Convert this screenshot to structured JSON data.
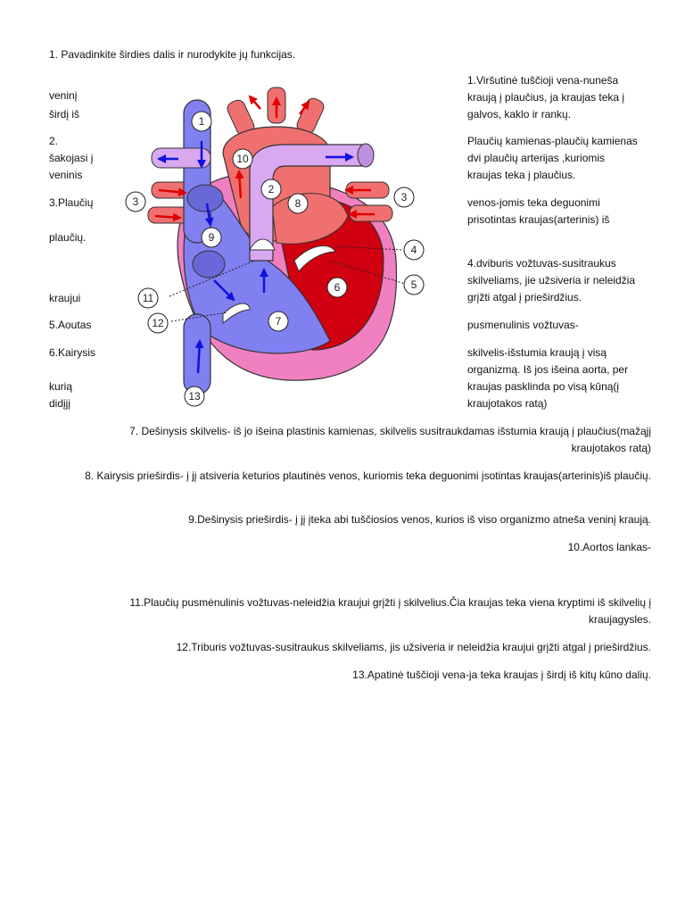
{
  "title": "1. Pavadinkite širdies dalis ir nurodykite jų funkcijas.",
  "left_fragments": [
    "veninį",
    "širdį iš",
    "2.",
    "šakojasi į",
    "veninis",
    "3.Plaučių",
    "plaučių.",
    "kraujui",
    "5.Aoutas",
    "6.Kairysis",
    "kurią",
    "didįjį"
  ],
  "right_lines": [
    "1.Viršutinė tuščioji vena-nuneša",
    "kraują į plaučius, ja kraujas teka į",
    "galvos, kaklo ir rankų.",
    "Plaučių kamienas-plaučių kamienas",
    "dvi plaučių arterijas ,kuriomis",
    "kraujas teka į plaučius.",
    "venos-jomis teka deguonimi",
    "prisotintas kraujas(arterinis) iš",
    "4.dviburis vožtuvas-susitraukus",
    "skilveliams, jie užsiveria ir neleidžia",
    "grįžti atgal į prieširdžius.",
    "pusmenulinis vožtuvas-",
    "skilvelis-išstumia kraują į visą",
    "organizmą. Iš jos išeina aorta, per",
    "kraujas pasklinda po visą kūną(į",
    "kraujotakos ratą)"
  ],
  "paragraphs": [
    "7. Dešinysis skilvelis- iš jo išeina plastinis kamienas, skilvelis susitraukdamas išstumia kraują į plaučius(mažąjį kraujotakos ratą)",
    "8. Kairysis prieširdis- į jį atsiveria keturios plautinės venos, kuriomis teka deguonimi įsotintas kraujas(arterinis)iš plaučių.",
    "9.Dešinysis prieširdis- į jį įteka abi tuščiosios venos, kurios iš viso organizmo atneša veninį kraują.",
    "10.Aortos lankas-",
    "11.Plaučių pusmėnulinis vožtuvas-neleidžia kraujui grįžti į skilvelius.Čia kraujas teka viena kryptimi iš skilvelių į kraujagysles.",
    "12.Triburis vožtuvas-susitraukus skilveliams, jis užsiveria ir neleidžia kraujui grįžti atgal į prieširdžius.",
    "13.Apatinė tuščioji vena-ja teka kraujas į širdį iš kitų kūno dalių."
  ],
  "diagram_labels": [
    "1",
    "2",
    "3",
    "3",
    "4",
    "5",
    "6",
    "7",
    "8",
    "9",
    "10",
    "11",
    "12",
    "13"
  ],
  "colors": {
    "venous": "#8080f0",
    "arterial": "#f07070",
    "pulmonary": "#d8a8f0",
    "left_ventricle": "#d00010",
    "pericardium": "#f080c0",
    "arrow_blue": "#1010e0",
    "arrow_red": "#e00000"
  }
}
